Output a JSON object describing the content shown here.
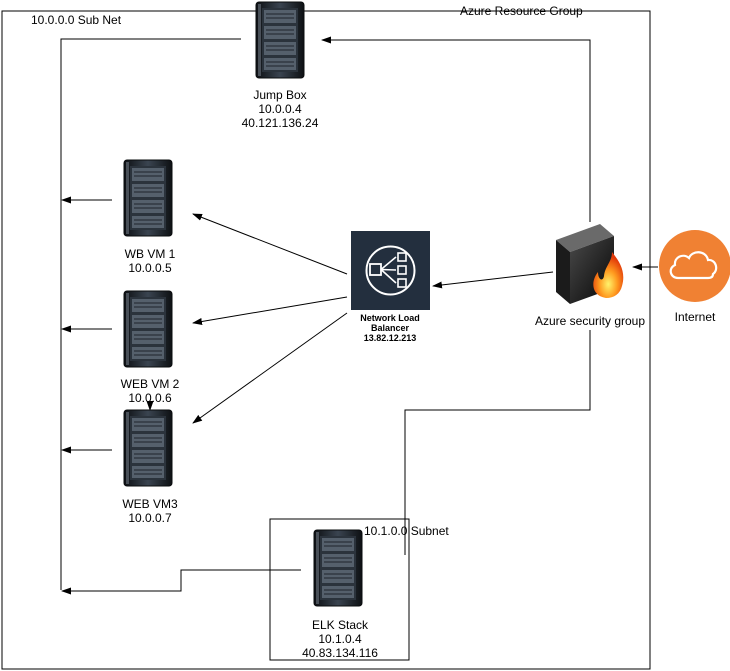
{
  "groups": {
    "resource_group": "Azure Resource Group",
    "subnet_a": "10.0.0.0 Sub Net",
    "subnet_b": "10.1.0.0 Subnet"
  },
  "nodes": {
    "jump_box": {
      "name": "Jump Box",
      "private_ip": "10.0.0.4",
      "public_ip": "40.121.136.24",
      "icon": "server-rack-icon"
    },
    "web_vm_1": {
      "name": "WB VM 1",
      "private_ip": "10.0.0.5",
      "icon": "server-rack-icon"
    },
    "web_vm_2": {
      "name": "WEB VM 2",
      "private_ip": "10.0.0.6",
      "icon": "server-rack-icon"
    },
    "web_vm_3": {
      "name": "WEB VM3",
      "private_ip": "10.0.0.7",
      "icon": "server-rack-icon"
    },
    "load_balancer": {
      "name_line1": "Network Load",
      "name_line2": "Balancer",
      "ip": "13.82.12.213",
      "icon": "load-balancer-icon"
    },
    "security_group": {
      "name": "Azure security group",
      "icon": "firewall-icon"
    },
    "internet": {
      "name": "Internet",
      "icon": "cloud-icon"
    },
    "elk": {
      "name": "ELK Stack",
      "private_ip": "10.1.0.4",
      "public_ip": "40.83.134.116",
      "icon": "server-rack-icon"
    }
  },
  "colors": {
    "line": "#000000",
    "lb_bg": "#232F3E",
    "cloud": "#F08133",
    "server_body": "#1a1f24"
  }
}
